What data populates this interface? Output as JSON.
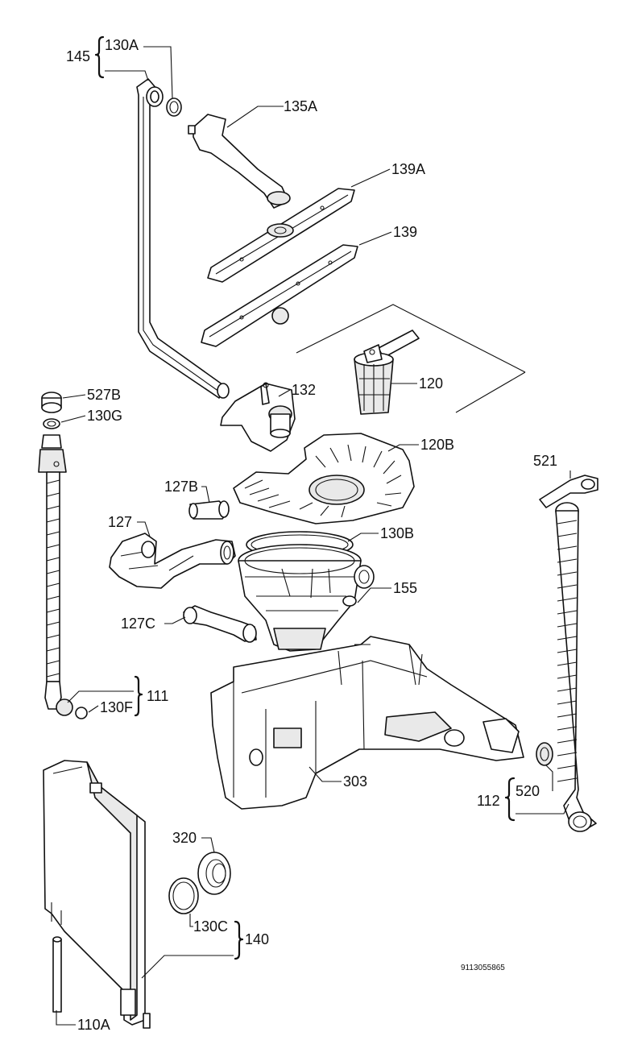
{
  "labels": {
    "l145": "145",
    "l130a": "130A",
    "l135a": "135A",
    "l139a": "139A",
    "l139": "139",
    "l120": "120",
    "l132": "132",
    "l527b": "527B",
    "l130g": "130G",
    "l120b": "120B",
    "l521": "521",
    "l127b": "127B",
    "l127": "127",
    "l130b": "130B",
    "l155": "155",
    "l127c": "127C",
    "l111": "111",
    "l130f": "130F",
    "l303": "303",
    "l112": "112",
    "l520": "520",
    "l320": "320",
    "l130c": "130C",
    "l140": "140",
    "l110a": "110A"
  },
  "drawing_code": "9113055865"
}
